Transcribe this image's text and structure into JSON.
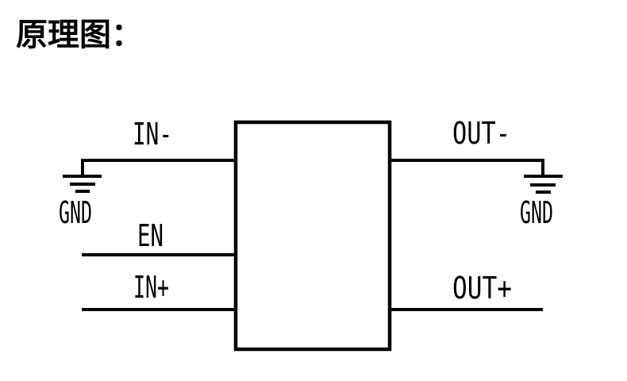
{
  "title": "原理图：",
  "colors": {
    "ink": "#000000",
    "background": "#ffffff"
  },
  "diagram": {
    "pins": {
      "in_minus": "IN-",
      "en": "EN",
      "in_plus": "IN+",
      "out_minus": "OUT-",
      "out_plus": "OUT+"
    },
    "grounds": {
      "left": "GND",
      "right": "GND"
    }
  }
}
